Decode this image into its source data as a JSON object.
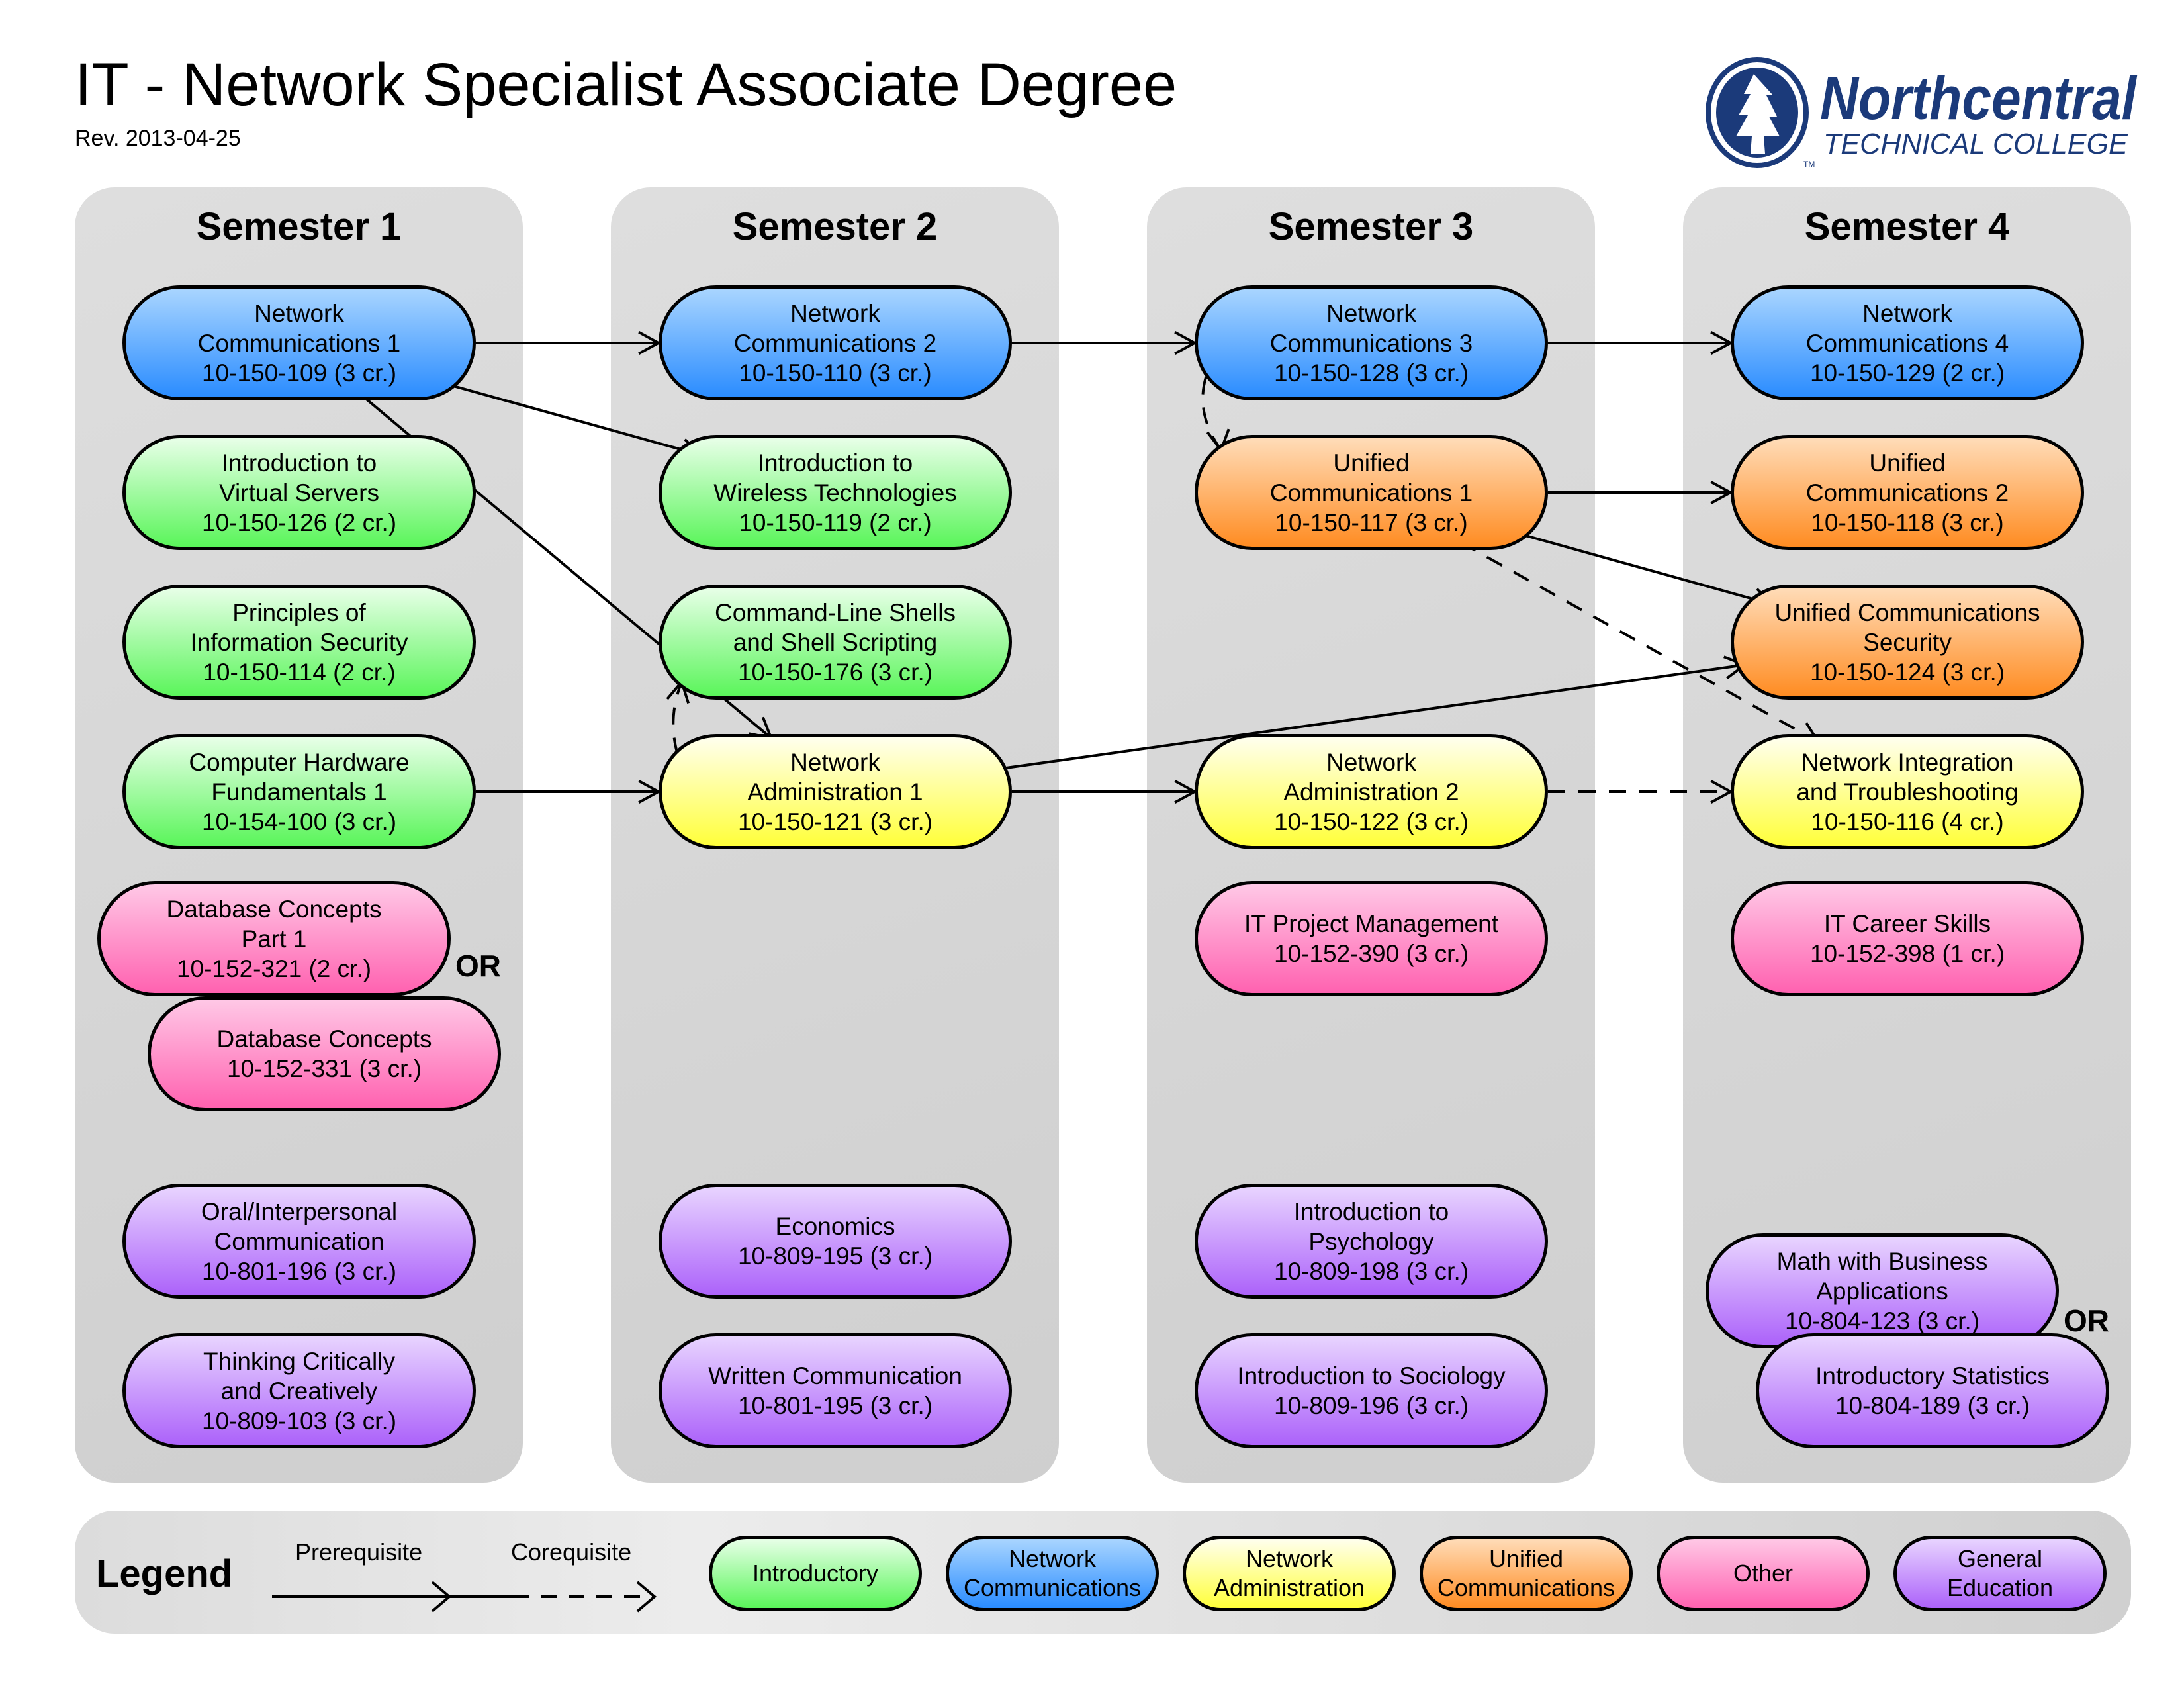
{
  "header": {
    "title": "IT - Network Specialist Associate Degree",
    "revision": "Rev. 2013-04-25"
  },
  "logo": {
    "name": "Northcentral",
    "subtitle": "TECHNICAL COLLEGE",
    "trademark": "TM",
    "color": "#1b3a7a"
  },
  "colors": {
    "introductory": "#5af55a",
    "network_communications": "#2a8cff",
    "network_administration": "#ffff3a",
    "unified_communications": "#ff8c22",
    "other": "#ff62b0",
    "general_education": "#ac62fa"
  },
  "semesters": [
    {
      "title": "Semester 1",
      "courses": [
        {
          "id": "s1c1",
          "lines": [
            "Network",
            "Communications 1",
            "10-150-109 (3 cr.)"
          ],
          "category": "netcom"
        },
        {
          "id": "s1c2",
          "lines": [
            "Introduction to",
            "Virtual Servers",
            "10-150-126 (2 cr.)"
          ],
          "category": "intro"
        },
        {
          "id": "s1c3",
          "lines": [
            "Principles of",
            "Information Security",
            "10-150-114 (2 cr.)"
          ],
          "category": "intro"
        },
        {
          "id": "s1c4",
          "lines": [
            "Computer Hardware",
            "Fundamentals 1",
            "10-154-100 (3 cr.)"
          ],
          "category": "intro"
        },
        {
          "id": "s1c5",
          "lines": [
            "Database Concepts",
            "Part 1",
            "10-152-321 (2 cr.)"
          ],
          "category": "other"
        },
        {
          "id": "s1c6",
          "lines": [
            "Database Concepts",
            "10-152-331 (3 cr.)"
          ],
          "category": "other"
        },
        {
          "id": "s1c7",
          "lines": [
            "Oral/Interpersonal",
            "Communication",
            "10-801-196 (3 cr.)"
          ],
          "category": "gened"
        },
        {
          "id": "s1c8",
          "lines": [
            "Thinking Critically",
            "and Creatively",
            "10-809-103 (3 cr.)"
          ],
          "category": "gened"
        }
      ],
      "or_label": "OR"
    },
    {
      "title": "Semester 2",
      "courses": [
        {
          "id": "s2c1",
          "lines": [
            "Network",
            "Communications 2",
            "10-150-110 (3 cr.)"
          ],
          "category": "netcom"
        },
        {
          "id": "s2c2",
          "lines": [
            "Introduction to",
            "Wireless Technologies",
            "10-150-119 (2 cr.)"
          ],
          "category": "intro"
        },
        {
          "id": "s2c3",
          "lines": [
            "Command-Line Shells",
            "and Shell Scripting",
            "10-150-176 (3 cr.)"
          ],
          "category": "intro"
        },
        {
          "id": "s2c4",
          "lines": [
            "Network",
            "Administration 1",
            "10-150-121 (3 cr.)"
          ],
          "category": "netadm"
        },
        {
          "id": "s2c5",
          "lines": [
            "Economics",
            "10-809-195 (3 cr.)"
          ],
          "category": "gened"
        },
        {
          "id": "s2c6",
          "lines": [
            "Written Communication",
            "10-801-195 (3 cr.)"
          ],
          "category": "gened"
        }
      ]
    },
    {
      "title": "Semester 3",
      "courses": [
        {
          "id": "s3c1",
          "lines": [
            "Network",
            "Communications 3",
            "10-150-128 (3 cr.)"
          ],
          "category": "netcom"
        },
        {
          "id": "s3c2",
          "lines": [
            "Unified",
            "Communications 1",
            "10-150-117 (3 cr.)"
          ],
          "category": "unified"
        },
        {
          "id": "s3c3",
          "lines": [
            "Network",
            "Administration 2",
            "10-150-122 (3 cr.)"
          ],
          "category": "netadm"
        },
        {
          "id": "s3c4",
          "lines": [
            "IT Project Management",
            "10-152-390 (3 cr.)"
          ],
          "category": "other"
        },
        {
          "id": "s3c5",
          "lines": [
            "Introduction to",
            "Psychology",
            "10-809-198 (3 cr.)"
          ],
          "category": "gened"
        },
        {
          "id": "s3c6",
          "lines": [
            "Introduction to Sociology",
            "10-809-196 (3 cr.)"
          ],
          "category": "gened"
        }
      ]
    },
    {
      "title": "Semester 4",
      "courses": [
        {
          "id": "s4c1",
          "lines": [
            "Network",
            "Communications 4",
            "10-150-129 (2 cr.)"
          ],
          "category": "netcom"
        },
        {
          "id": "s4c2",
          "lines": [
            "Unified",
            "Communications 2",
            "10-150-118 (3 cr.)"
          ],
          "category": "unified"
        },
        {
          "id": "s4c3",
          "lines": [
            "Unified Communications",
            "Security",
            "10-150-124 (3 cr.)"
          ],
          "category": "unified"
        },
        {
          "id": "s4c4",
          "lines": [
            "Network Integration",
            "and Troubleshooting",
            "10-150-116 (4 cr.)"
          ],
          "category": "netadm"
        },
        {
          "id": "s4c5",
          "lines": [
            "IT Career Skills",
            "10-152-398 (1 cr.)"
          ],
          "category": "other"
        },
        {
          "id": "s4c6",
          "lines": [
            "Math with Business",
            "Applications",
            "10-804-123 (3 cr.)"
          ],
          "category": "gened"
        },
        {
          "id": "s4c7",
          "lines": [
            "Introductory Statistics",
            "10-804-189 (3 cr.)"
          ],
          "category": "gened"
        }
      ],
      "or_label": "OR"
    }
  ],
  "relations": [
    {
      "from": "s1c1",
      "to": "s2c1",
      "type": "prerequisite"
    },
    {
      "from": "s1c1",
      "to": "s2c2",
      "type": "prerequisite"
    },
    {
      "from": "s1c1",
      "to": "s2c4",
      "type": "prerequisite"
    },
    {
      "from": "s1c4",
      "to": "s2c4",
      "type": "prerequisite"
    },
    {
      "from": "s2c4",
      "to": "s2c3",
      "type": "corequisite"
    },
    {
      "from": "s2c1",
      "to": "s3c1",
      "type": "prerequisite"
    },
    {
      "from": "s2c4",
      "to": "s3c3",
      "type": "prerequisite"
    },
    {
      "from": "s2c4",
      "to": "s4c3",
      "type": "prerequisite"
    },
    {
      "from": "s3c1",
      "to": "s3c2",
      "type": "corequisite"
    },
    {
      "from": "s3c1",
      "to": "s4c1",
      "type": "prerequisite"
    },
    {
      "from": "s3c2",
      "to": "s4c2",
      "type": "prerequisite"
    },
    {
      "from": "s3c2",
      "to": "s4c3",
      "type": "prerequisite"
    },
    {
      "from": "s3c2",
      "to": "s4c4",
      "type": "corequisite"
    },
    {
      "from": "s3c3",
      "to": "s4c4",
      "type": "corequisite"
    }
  ],
  "legend": {
    "title": "Legend",
    "prerequisite": "Prerequisite",
    "corequisite": "Corequisite",
    "categories": [
      {
        "key": "intro",
        "lines": [
          "Introductory"
        ]
      },
      {
        "key": "netcom",
        "lines": [
          "Network",
          "Communications"
        ]
      },
      {
        "key": "netadm",
        "lines": [
          "Network",
          "Administration"
        ]
      },
      {
        "key": "unified",
        "lines": [
          "Unified",
          "Communications"
        ]
      },
      {
        "key": "other",
        "lines": [
          "Other"
        ]
      },
      {
        "key": "gened",
        "lines": [
          "General",
          "Education"
        ]
      }
    ]
  }
}
